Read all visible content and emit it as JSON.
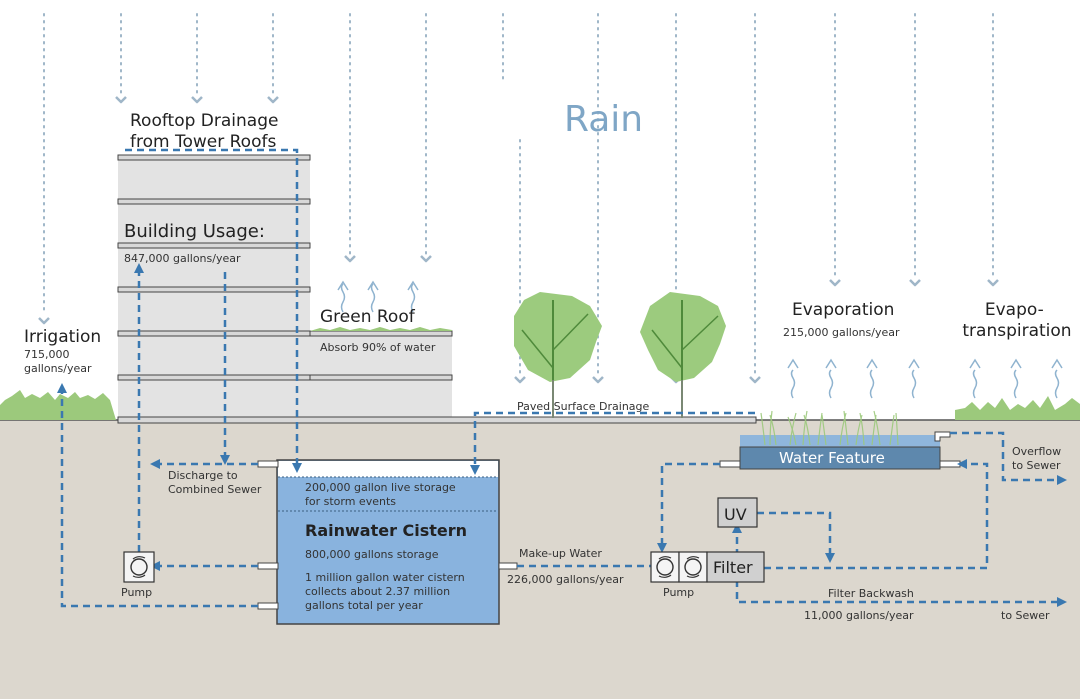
{
  "title": "Rain",
  "colors": {
    "sky": "#ffffff",
    "ground": "#dcd7ce",
    "building": "#e3e3e3",
    "floor_outline": "#444444",
    "cistern_fill": "#89b3de",
    "cistern_top": "#ffffff",
    "water_feature_top": "#8fb6dc",
    "water_feature": "#5e88ad",
    "flow_line": "#3a78b0",
    "rain_dots": "#9fb6c8",
    "tree": "#9ccb7e",
    "tree_branch": "#4f8a3b",
    "grass": "#9cc97c",
    "device_fill": "#d0d0d0",
    "pump_fill": "#f4f4f4",
    "evap_arrow": "#8fb3cf"
  },
  "labels": {
    "rooftop_drainage": [
      "Rooftop Drainage",
      "from Tower Roofs"
    ],
    "building_usage": "Building Usage:",
    "building_usage_value": "847,000 gallons/year",
    "green_roof": "Green Roof",
    "green_roof_note": "Absorb 90% of water",
    "irrigation": "Irrigation",
    "irrigation_value": [
      "715,000",
      "gallons/year"
    ],
    "evaporation": "Evaporation",
    "evaporation_value": "215,000 gallons/year",
    "evapotranspiration": [
      "Evapo-",
      "transpiration"
    ],
    "paved_surface_drainage": "Paved Surface Drainage",
    "discharge": [
      "Discharge to",
      "Combined Sewer"
    ],
    "cistern_live_storage": [
      "200,000 gallon live storage",
      "for storm events"
    ],
    "cistern_title": "Rainwater  Cistern",
    "cistern_storage": "800,000 gallons storage",
    "cistern_note": [
      "1 million gallon water cistern",
      "collects about 2.37 million",
      "gallons total per year"
    ],
    "left_pump": "Pump",
    "makeup_water": "Make-up Water",
    "makeup_water_value": "226,000 gallons/year",
    "right_pump": "Pump",
    "uv": "UV",
    "filter": "Filter",
    "water_feature": "Water Feature",
    "overflow": [
      "Overflow",
      "to Sewer"
    ],
    "filter_backwash": "Filter Backwash",
    "filter_backwash_value": "11,000 gallons/year",
    "to_sewer": "to Sewer"
  },
  "icons": {
    "rain": "dotted-down-arrow",
    "evaporation": "wavy-up-arrow",
    "pump": "circular-arrows-pump",
    "flow": "dashed-arrow"
  }
}
